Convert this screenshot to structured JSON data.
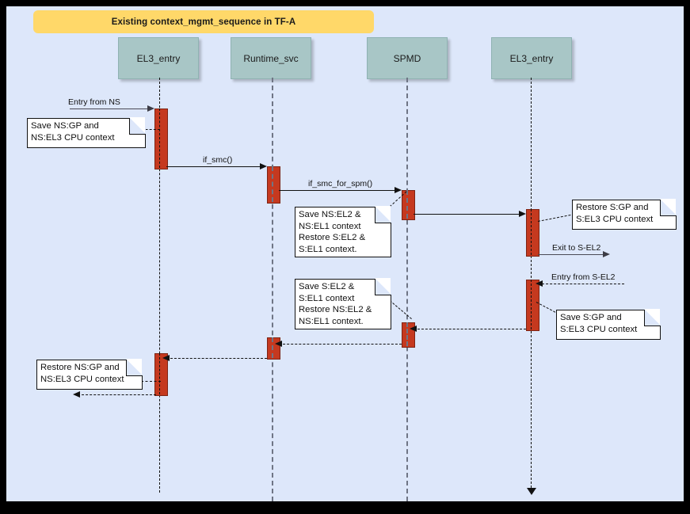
{
  "diagram": {
    "title": "Existing context_mgmt_sequence in TF-A",
    "type": "uml-sequence-diagram",
    "colors": {
      "canvas": "#dde7fa",
      "title_banner": "#ffd869",
      "lifeline_head": "#a8c6c6",
      "activation": "#c5391f",
      "activation_border": "#7e2414",
      "note_fill": "#ffffff",
      "border": "#000000"
    }
  },
  "lifelines": [
    {
      "id": "el3_entry_left",
      "label": "EL3_entry"
    },
    {
      "id": "runtime_svc",
      "label": "Runtime_svc"
    },
    {
      "id": "spmd",
      "label": "SPMD"
    },
    {
      "id": "el3_entry_right",
      "label": "EL3_entry"
    }
  ],
  "messages": [
    {
      "id": "m1",
      "label": "Entry from NS",
      "style": "solid",
      "direction": "right"
    },
    {
      "id": "m2",
      "label": "if_smc()",
      "style": "solid",
      "direction": "right"
    },
    {
      "id": "m3",
      "label": "if_smc_for_spm()",
      "style": "solid",
      "direction": "right"
    },
    {
      "id": "m4",
      "label": "",
      "style": "solid",
      "direction": "right"
    },
    {
      "id": "m5",
      "label": "Exit to S-EL2",
      "style": "solid",
      "direction": "right"
    },
    {
      "id": "m6",
      "label": "Entry from S-EL2",
      "style": "dashed",
      "direction": "left"
    },
    {
      "id": "m7",
      "label": "",
      "style": "dashed",
      "direction": "left"
    },
    {
      "id": "m8",
      "label": "",
      "style": "dashed",
      "direction": "left"
    },
    {
      "id": "m9",
      "label": "",
      "style": "dashed",
      "direction": "left"
    }
  ],
  "notes": [
    {
      "id": "n1",
      "lines": [
        "Save NS:GP and",
        "NS:EL3 CPU context"
      ]
    },
    {
      "id": "n2",
      "lines": [
        "Save NS:EL2 &",
        "NS:EL1 context",
        "Restore S:EL2 &",
        "S:EL1 context."
      ]
    },
    {
      "id": "n3",
      "lines": [
        "Restore S:GP and",
        "S:EL3 CPU context"
      ]
    },
    {
      "id": "n4",
      "lines": [
        "Save S:EL2 &",
        "S:EL1 context",
        "Restore NS:EL2 &",
        "NS:EL1 context."
      ]
    },
    {
      "id": "n5",
      "lines": [
        "Save S:GP and",
        "S:EL3 CPU context"
      ]
    },
    {
      "id": "n6",
      "lines": [
        "Restore NS:GP and",
        "NS:EL3 CPU context"
      ]
    }
  ]
}
